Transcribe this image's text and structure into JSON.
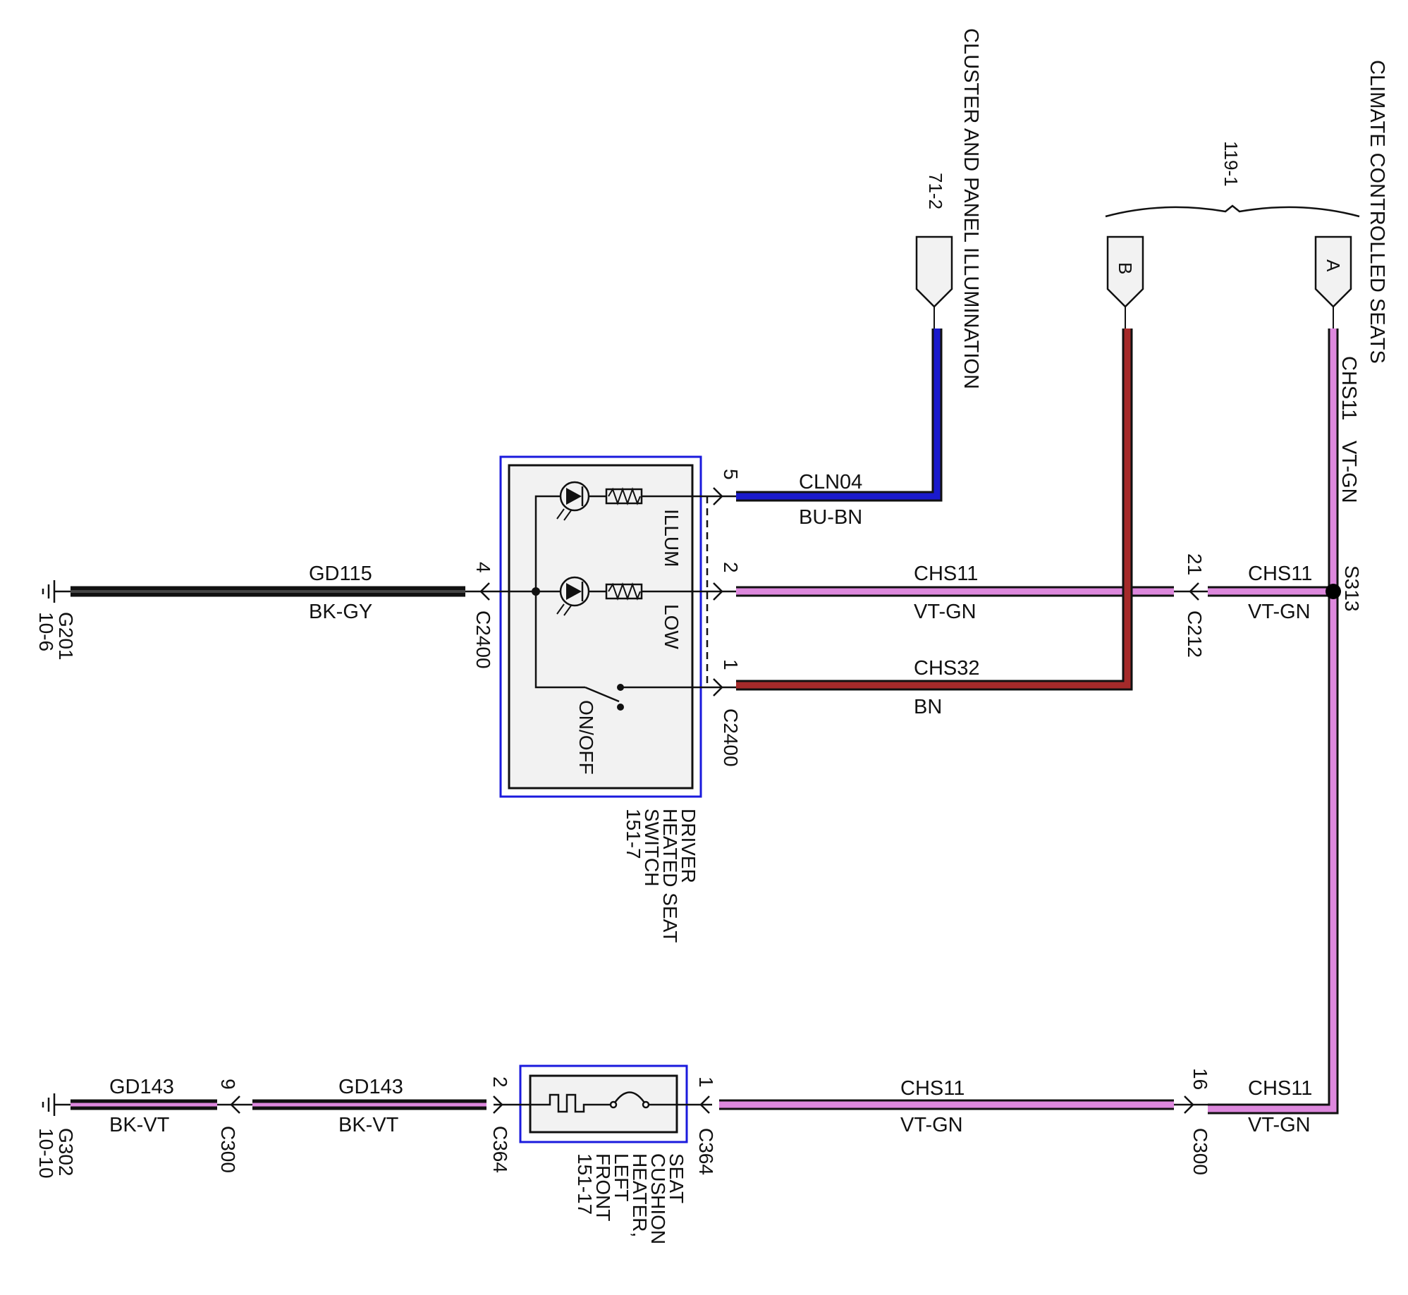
{
  "connectors_top": {
    "cluster": {
      "title": "CLUSTER AND PANEL ILLUMINATION",
      "ref": "71-2"
    },
    "climate": {
      "title": "CLIMATE CONTROLLED SEATS",
      "ref": "119-1",
      "pin_b": "B",
      "pin_a": "A"
    }
  },
  "wires": {
    "cln04": {
      "circuit": "CLN04",
      "color": "BU-BN"
    },
    "chs11_mid": {
      "circuit": "CHS11",
      "color": "VT-GN"
    },
    "chs11_right": {
      "circuit": "CHS11",
      "color": "VT-GN"
    },
    "chs32": {
      "circuit": "CHS32",
      "color": "BN"
    },
    "gd115": {
      "circuit": "GD115",
      "color": "BK-GY"
    },
    "chs11_vertical": {
      "circuit": "CHS11",
      "color": "VT-GN"
    },
    "chs11_bottom": {
      "circuit": "CHS11",
      "color": "VT-GN"
    },
    "chs11_bottom_right": {
      "circuit": "CHS11",
      "color": "VT-GN"
    },
    "gd143_mid": {
      "circuit": "GD143",
      "color": "BK-VT"
    },
    "gd143_left": {
      "circuit": "GD143",
      "color": "BK-VT"
    }
  },
  "pins": {
    "c2400_5": "5",
    "c2400_2": "2",
    "c2400_1": "1",
    "c2400_4": "4",
    "c212_21": "21",
    "c300_16": "16",
    "c364_1": "1",
    "c364_2": "2",
    "c300_9": "9"
  },
  "connectors": {
    "c2400_right": "C2400",
    "c2400_left": "C2400",
    "c212": "C212",
    "c300_right": "C300",
    "c364_right": "C364",
    "c364_left": "C364",
    "c300_left": "C300"
  },
  "splice": {
    "name": "S313"
  },
  "grounds": {
    "g201": {
      "name": "G201",
      "ref": "10-6"
    },
    "g302": {
      "name": "G302",
      "ref": "10-10"
    }
  },
  "switch": {
    "title_lines": [
      "DRIVER",
      "HEATED SEAT",
      "SWITCH",
      "151-7"
    ],
    "illum": "ILLUM",
    "low": "LOW",
    "onoff": "ON/OFF"
  },
  "heater": {
    "title_lines": [
      "SEAT",
      "CUSHION",
      "HEATER,",
      "LEFT",
      "FRONT",
      "151-17"
    ]
  },
  "colors": {
    "blue_wire": "#1a1acc",
    "brown_wire": "#a52a2a",
    "violet_wire": "#dd88dd",
    "black_wire": "#111111",
    "component_border": "#1a1add"
  }
}
